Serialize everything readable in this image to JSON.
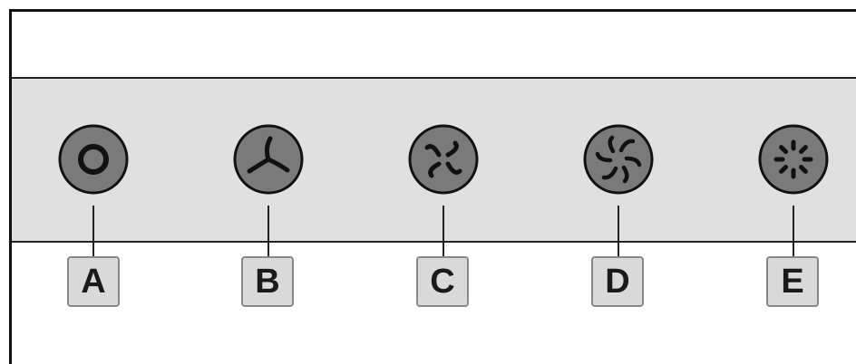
{
  "knobs": [
    {
      "label": "A",
      "icon": "ring-icon"
    },
    {
      "label": "B",
      "icon": "three-blade-fan-icon"
    },
    {
      "label": "C",
      "icon": "four-blade-fan-icon"
    },
    {
      "label": "D",
      "icon": "six-blade-fan-icon"
    },
    {
      "label": "E",
      "icon": "dashed-ring-icon"
    }
  ],
  "colors": {
    "knob_fill": "#7a7a7a",
    "knob_outline": "#111111",
    "band": "#e0e0e0",
    "tag_fill": "#d9d9d9",
    "tag_border": "#888888"
  }
}
